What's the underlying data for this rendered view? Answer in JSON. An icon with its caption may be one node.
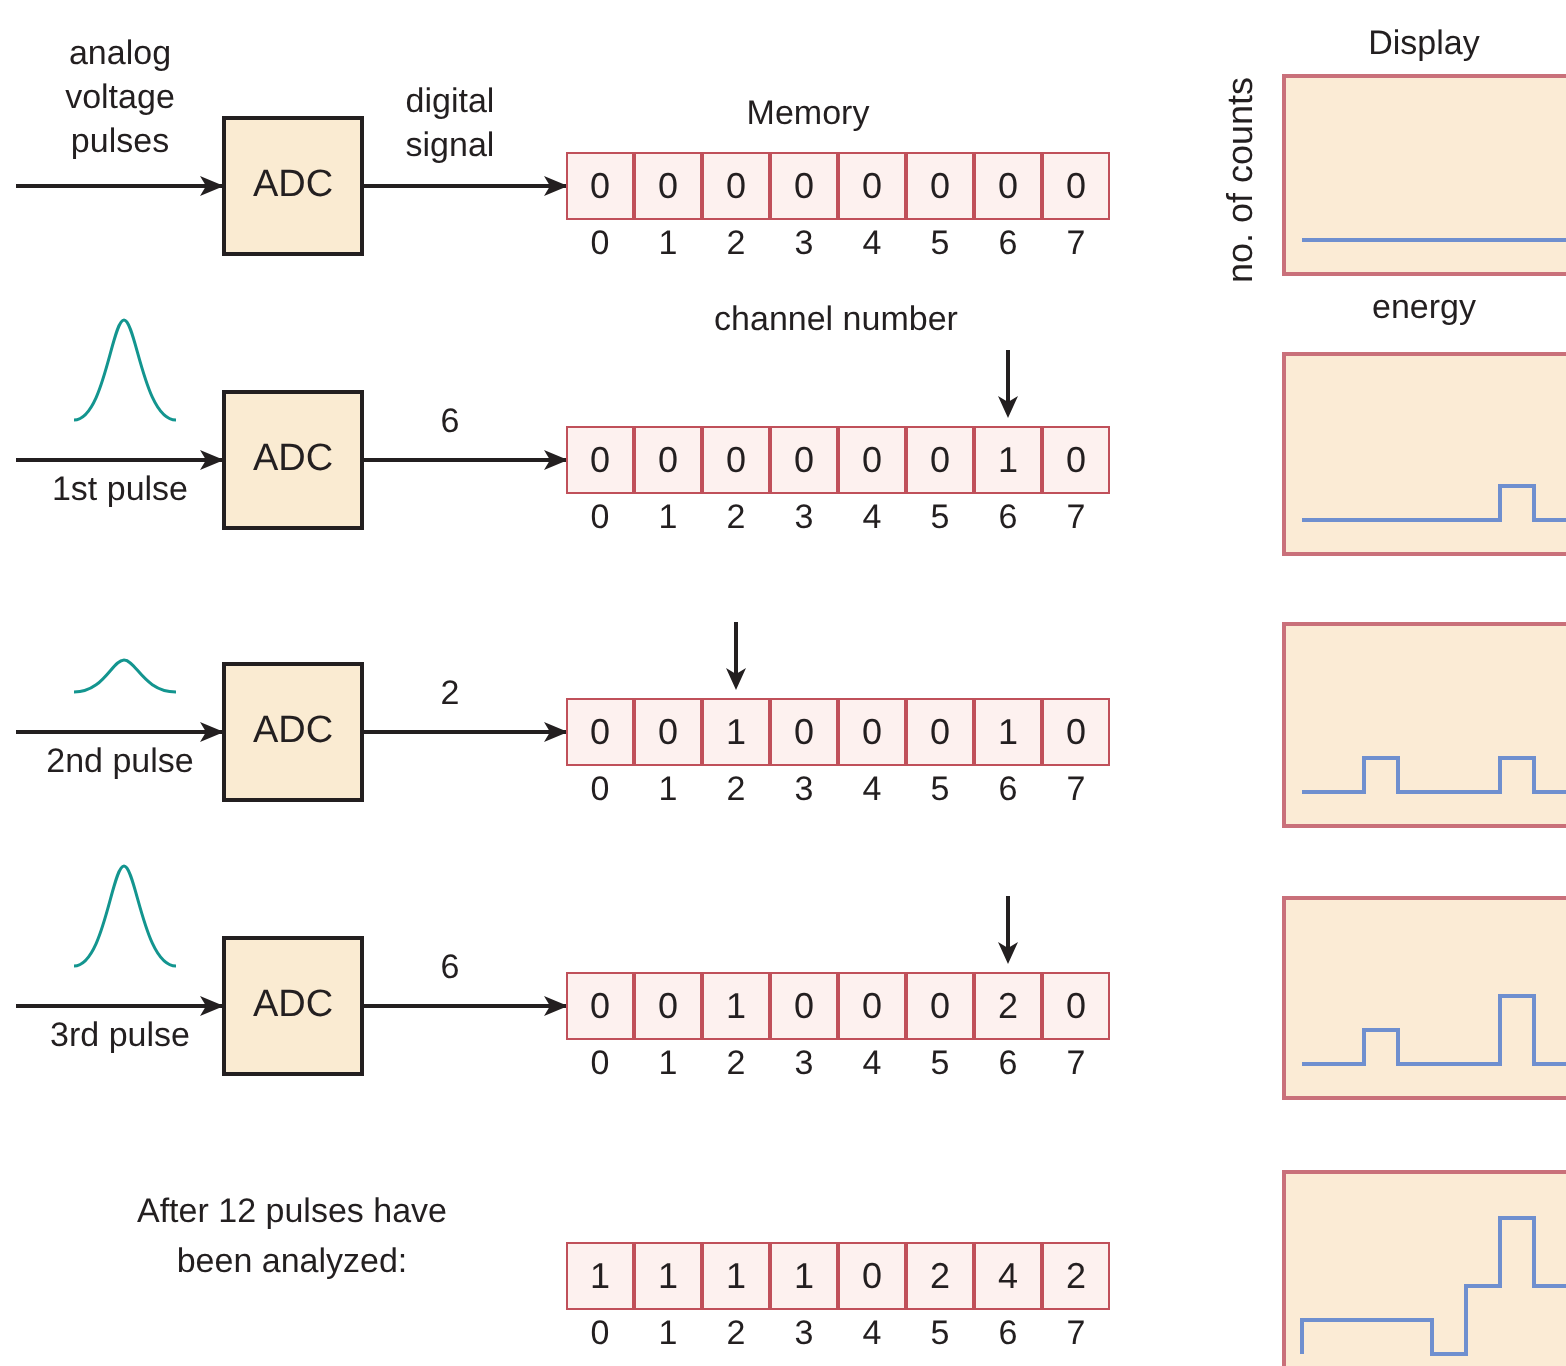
{
  "diagram": {
    "nodes": [
      {
        "text": [
          "ADC"
        ]
      },
      {
        "text": [
          "0",
          "0",
          "0",
          "0",
          "0",
          "0",
          "0",
          "0"
        ],
        "beside": [
          "0",
          "1",
          "2",
          "3",
          "4",
          "5",
          "6",
          "7"
        ]
      },
      {
        "text": [],
        "shape": "box"
      },
      {
        "text": [
          "ADC"
        ]
      },
      {
        "text": [
          "0",
          "0",
          "0",
          "0",
          "0",
          "0",
          "1",
          "0"
        ],
        "beside": [
          "0",
          "1",
          "2",
          "3",
          "4",
          "5",
          "6",
          "7"
        ]
      },
      {
        "text": [],
        "shape": "box"
      },
      {
        "text": [
          "ADC"
        ]
      },
      {
        "text": [
          "0",
          "0",
          "1",
          "0",
          "0",
          "0",
          "1",
          "0"
        ],
        "beside": [
          "0",
          "1",
          "2",
          "3",
          "4",
          "5",
          "6",
          "7"
        ]
      },
      {
        "text": [],
        "shape": "box"
      },
      {
        "text": [
          "ADC"
        ]
      },
      {
        "text": [
          "0",
          "0",
          "1",
          "0",
          "0",
          "0",
          "2",
          "0"
        ],
        "beside": [
          "0",
          "1",
          "2",
          "3",
          "4",
          "5",
          "6",
          "7"
        ]
      },
      {
        "text": [],
        "shape": "box"
      },
      {
        "text": [
          "1",
          "1",
          "1",
          "1",
          "0",
          "2",
          "4",
          "2"
        ],
        "beside": [
          "0",
          "1",
          "2",
          "3",
          "4",
          "5",
          "6",
          "7"
        ]
      },
      {
        "text": [],
        "shape": "box"
      }
    ],
    "edges": [
      {
        "from": null,
        "to": 0,
        "arrow": "to",
        "label": "analog voltage pulses"
      },
      {
        "from": 0,
        "to": 1,
        "arrow": "to",
        "label": "digital signal"
      },
      {
        "from": null,
        "to": 3,
        "arrow": "to",
        "label": "1st pulse"
      },
      {
        "from": 3,
        "to": 4,
        "arrow": "to",
        "label": "6"
      },
      {
        "from": null,
        "to": 6,
        "arrow": "to",
        "label": "2nd pulse"
      },
      {
        "from": 6,
        "to": 7,
        "arrow": "to",
        "label": "2"
      },
      {
        "from": null,
        "to": 9,
        "arrow": "to",
        "label": "3rd pulse"
      },
      {
        "from": 9,
        "to": 10,
        "arrow": "to",
        "label": "6"
      }
    ],
    "labels": [
      "Memory",
      "Display",
      "no. of counts",
      "channel number",
      "energy",
      "After 12 pulses have been analyzed:"
    ]
  }
}
